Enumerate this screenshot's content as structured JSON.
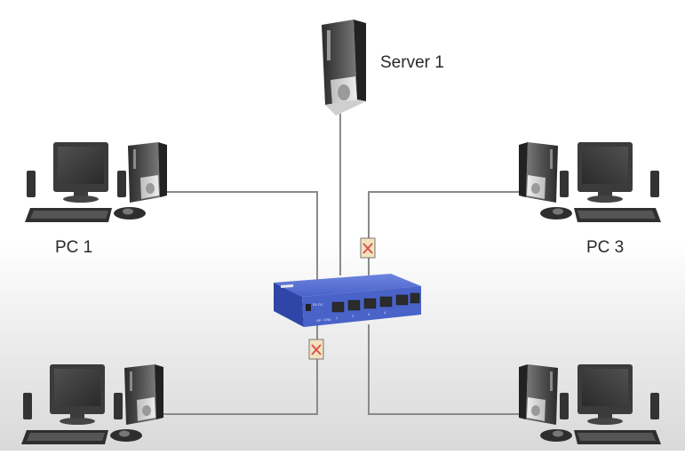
{
  "nodes": {
    "server1": {
      "label": "Server 1"
    },
    "pc1": {
      "label": "PC 1"
    },
    "pc3": {
      "label": "PC 3"
    }
  },
  "switch": {
    "port_labels": [
      "UP",
      "LINK",
      "1",
      "2",
      "3",
      "4"
    ],
    "side_label": "5V DC"
  },
  "colors": {
    "cable": "#8a8a8a",
    "switch_body": "#4a63c9",
    "switch_dark": "#2f46a8",
    "device_dark": "#3a3a3a",
    "device_light": "#d8d8d8"
  }
}
